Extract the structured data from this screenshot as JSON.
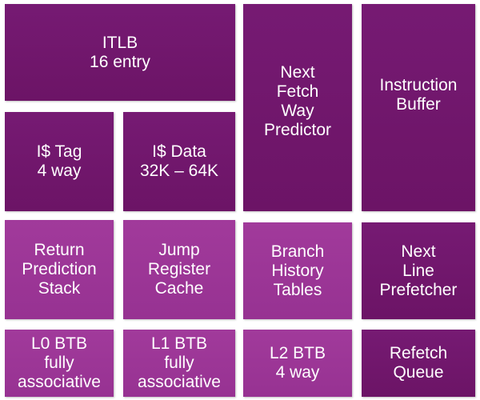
{
  "blocks": {
    "itlb": "ITLB\n16 entry",
    "next_fetch_way_predictor": "Next\nFetch\nWay\nPredictor",
    "instruction_buffer": "Instruction\nBuffer",
    "icache_tag": "I$ Tag\n4 way",
    "icache_data": "I$ Data\n32K – 64K",
    "return_prediction_stack": "Return\nPrediction\nStack",
    "jump_register_cache": "Jump\nRegister\nCache",
    "branch_history_tables": "Branch\nHistory\nTables",
    "next_line_prefetcher": "Next\nLine\nPrefetcher",
    "l0_btb": "L0 BTB\nfully\nassociative",
    "l1_btb": "L1 BTB\nfully\nassociative",
    "l2_btb": "L2 BTB\n4 way",
    "refetch_queue": "Refetch\nQueue"
  },
  "colors": {
    "dark_block": "#711770",
    "light_block": "#9d3698",
    "text": "#ffffff"
  }
}
